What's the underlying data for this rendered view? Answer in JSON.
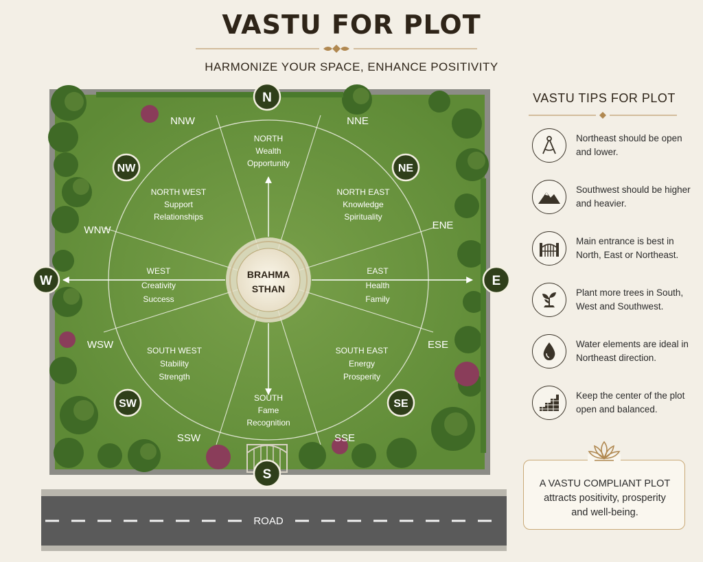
{
  "header": {
    "title": "VASTU FOR PLOT",
    "subtitle": "HARMONIZE YOUR SPACE, ENHANCE POSITIVITY"
  },
  "center": {
    "line1": "BRAHMA",
    "line2": "STHAN"
  },
  "cardinals": {
    "n": "N",
    "s": "S",
    "e": "E",
    "w": "W",
    "ne": "NE",
    "nw": "NW",
    "se": "SE",
    "sw": "SW"
  },
  "sub_directions": {
    "nne": "NNE",
    "nnw": "NNW",
    "ene": "ENE",
    "ese": "ESE",
    "wnw": "WNW",
    "wsw": "WSW",
    "ssw": "SSW",
    "sse": "SSE"
  },
  "zones": {
    "north": {
      "name": "NORTH",
      "l1": "Wealth",
      "l2": "Opportunity"
    },
    "north_west": {
      "name": "NORTH WEST",
      "l1": "Support",
      "l2": "Relationships"
    },
    "north_east": {
      "name": "NORTH EAST",
      "l1": "Knowledge",
      "l2": "Spirituality"
    },
    "west": {
      "name": "WEST",
      "l1": "Creativity",
      "l2": "Success"
    },
    "east": {
      "name": "EAST",
      "l1": "Health",
      "l2": "Family"
    },
    "south_west": {
      "name": "SOUTH WEST",
      "l1": "Stability",
      "l2": "Strength"
    },
    "south_east": {
      "name": "SOUTH EAST",
      "l1": "Energy",
      "l2": "Prosperity"
    },
    "south": {
      "name": "SOUTH",
      "l1": "Fame",
      "l2": "Recognition"
    }
  },
  "road": {
    "label": "ROAD"
  },
  "tips": {
    "title": "VASTU TIPS FOR PLOT",
    "items": [
      {
        "icon": "compass-icon",
        "text": "Northeast should be open and lower."
      },
      {
        "icon": "mountain-icon",
        "text": "Southwest should be higher and heavier."
      },
      {
        "icon": "gate-icon",
        "text": "Main entrance is best in North, East or Northeast."
      },
      {
        "icon": "plant-icon",
        "text": "Plant more trees in South, West and Southwest."
      },
      {
        "icon": "water-drop-icon",
        "text": "Water elements are ideal in Northeast direction."
      },
      {
        "icon": "stairs-icon",
        "text": "Keep the center of the plot open and balanced."
      }
    ]
  },
  "note": {
    "line1": "A VASTU COMPLIANT PLOT",
    "line2": "attracts positivity, prosperity",
    "line3": "and well-being."
  },
  "colors": {
    "grass": "#6c9440",
    "badge": "#2f3f1a",
    "road": "#5a5a5a",
    "accent": "#b08850"
  }
}
